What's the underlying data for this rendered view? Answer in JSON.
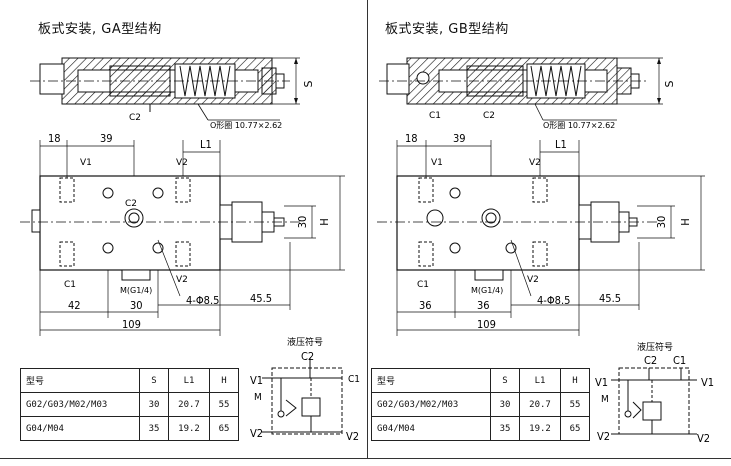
{
  "panels": [
    {
      "title": "板式安装, GA型结构",
      "section": {
        "port_c1": "",
        "port_c2": "C2",
        "s_label": "S",
        "oring": "O形圈 10.77×2.62"
      },
      "plan": {
        "dims": {
          "d18": "18",
          "d39": "39",
          "l1": "L1",
          "d30v": "30",
          "h": "H",
          "d42": "42",
          "d30h": "30",
          "d109": "109",
          "d455": "45.5",
          "holes": "4-Φ8.5",
          "thread": "M(G1/4)"
        },
        "ports": {
          "v1": "V1",
          "v2a": "V2",
          "v2b": "V2",
          "c1": "C1",
          "c2": "C2"
        }
      },
      "table": {
        "headers": [
          "型号",
          "S",
          "L1",
          "H"
        ],
        "rows": [
          [
            "G02/G03/M02/M03",
            "30",
            "20.7",
            "55"
          ],
          [
            "G04/M04",
            "35",
            "19.2",
            "65"
          ]
        ]
      },
      "hydraulic": {
        "title": "液压符号",
        "top1": "C2",
        "top2": "",
        "v1": "V1",
        "m": "M",
        "v2": "V2",
        "c1": "C1",
        "v2r": "V2",
        "v1r": ""
      }
    },
    {
      "title": "板式安装, GB型结构",
      "section": {
        "port_c1": "C1",
        "port_c2": "C2",
        "s_label": "S",
        "oring": "O形圈 10.77×2.62"
      },
      "plan": {
        "dims": {
          "d18": "18",
          "d39": "39",
          "l1": "L1",
          "d30v": "30",
          "h": "H",
          "d42": "36",
          "d30h": "36",
          "d109": "109",
          "d455": "45.5",
          "holes": "4-Φ8.5",
          "thread": "M(G1/4)"
        },
        "ports": {
          "v1": "V1",
          "v2a": "V2",
          "v2b": "V2",
          "c1": "C1",
          "c2": ""
        }
      },
      "table": {
        "headers": [
          "型号",
          "S",
          "L1",
          "H"
        ],
        "rows": [
          [
            "G02/G03/M02/M03",
            "30",
            "20.7",
            "55"
          ],
          [
            "G04/M04",
            "35",
            "19.2",
            "65"
          ]
        ]
      },
      "hydraulic": {
        "title": "液压符号",
        "top1": "C2",
        "top2": "C1",
        "v1": "V1",
        "m": "M",
        "v2": "V2",
        "c1": "",
        "v2r": "V2",
        "v1r": "V1"
      }
    }
  ]
}
